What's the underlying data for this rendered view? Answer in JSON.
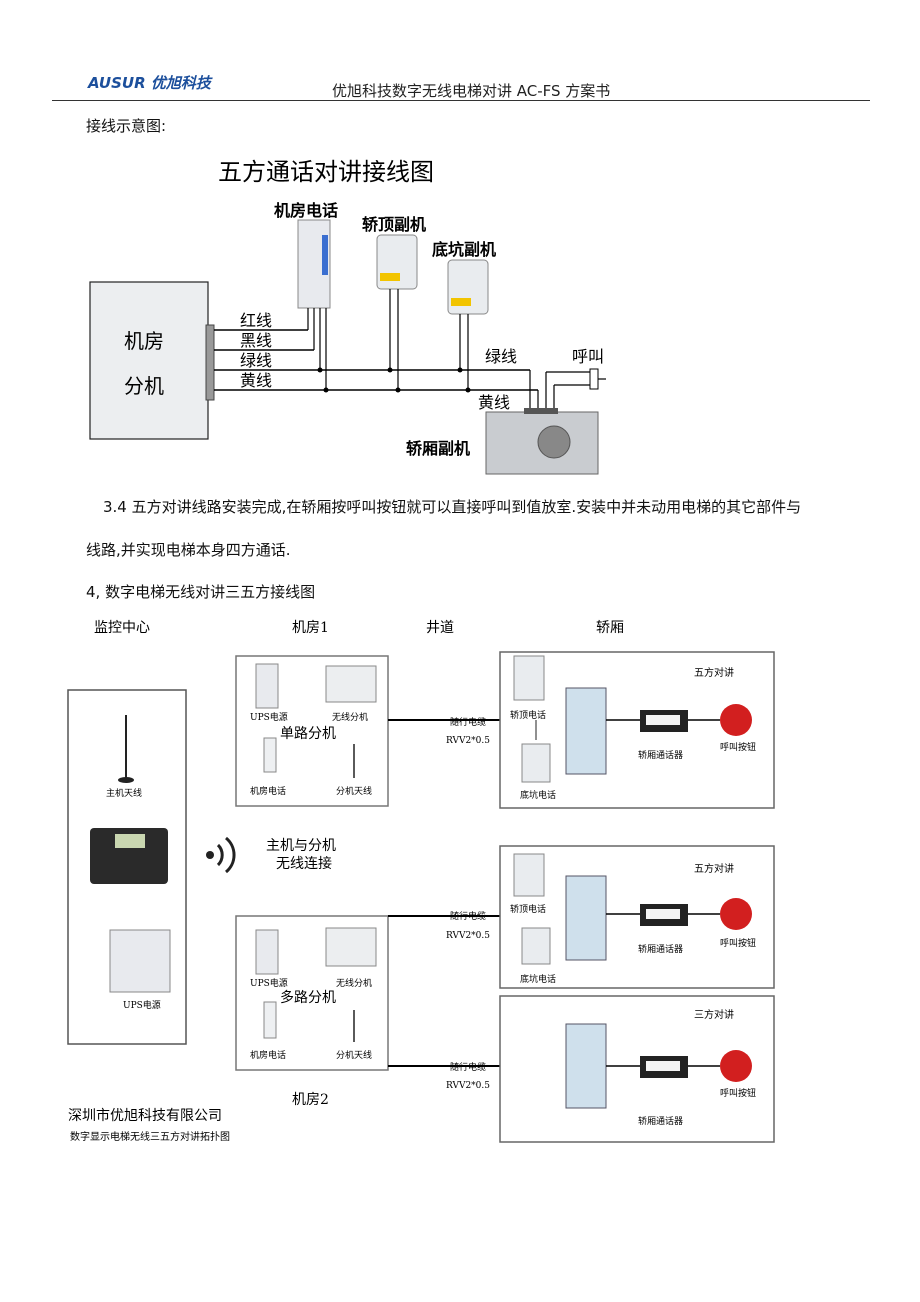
{
  "header": {
    "logo_text": "AUSUR 优旭科技",
    "title": "优旭科技数字无线电梯对讲 AC-FS 方案书"
  },
  "section_label": "接线示意图:",
  "diagram1": {
    "title": "五方通话对讲接线图",
    "machine_room_phone": "机房电话",
    "car_top_unit": "轿顶副机",
    "pit_unit": "底坑副机",
    "main_box_line1": "机房",
    "main_box_line2": "分机",
    "wires": [
      "红线",
      "黑线",
      "绿线",
      "黄线"
    ],
    "green_label": "绿线",
    "yellow_label": "黄线",
    "call_label": "呼叫",
    "car_unit": "轿厢副机"
  },
  "paragraph_1": "3.4  五方对讲线路安装完成,在轿厢按呼叫按钮就可以直接呼叫到值放室.安装中并未动用电梯的其它部件与",
  "paragraph_1b": "线路,并实现电梯本身四方通话.",
  "heading_4": "4,  数字电梯无线对讲三五方接线图",
  "diagram2": {
    "col_monitor": "监控中心",
    "col_room1": "机房1",
    "col_shaft": "井道",
    "col_car": "轿厢",
    "main_antenna": "主机天线",
    "ups_power": "UPS电源",
    "wireless_ext": "无线分机",
    "single_ext": "单路分机",
    "room_phone": "机房电话",
    "ext_antenna": "分机天线",
    "host_link_1": "主机与分机",
    "host_link_2": "无线连接",
    "multi_ext": "多路分机",
    "trailing_cable": "随行电缆",
    "cable_spec": "RVV2*0.5",
    "five_way": "五方对讲",
    "three_way": "三方对讲",
    "car_top_phone": "轿顶电话",
    "pit_phone": "底坑电话",
    "car_intercom": "轿厢通话器",
    "call_button": "呼叫按钮",
    "room2": "机房2",
    "company": "深圳市优旭科技有限公司",
    "caption": "数字显示电梯无线三五方对讲拓扑图"
  }
}
